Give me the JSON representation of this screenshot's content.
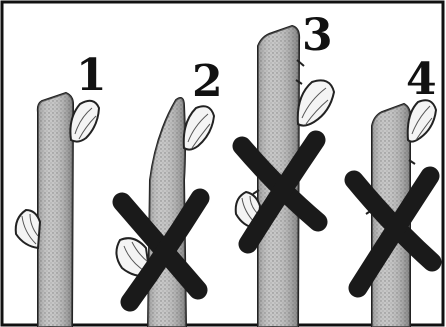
{
  "colors": {
    "background": "#ffffff",
    "frame": "#111111",
    "stem_fill": "#b8b8b8",
    "stem_outline": "#222222",
    "bud_fill": "#f4f4f4",
    "cross": "#1a1a1a"
  },
  "stems": [
    {
      "label": "1",
      "cut": "correct-slanted-above-bud",
      "crossed_out": false
    },
    {
      "label": "2",
      "cut": "too-steep",
      "crossed_out": true
    },
    {
      "label": "3",
      "cut": "too-far-above-bud",
      "crossed_out": true
    },
    {
      "label": "4",
      "cut": "too-close-to-bud",
      "crossed_out": true
    }
  ]
}
